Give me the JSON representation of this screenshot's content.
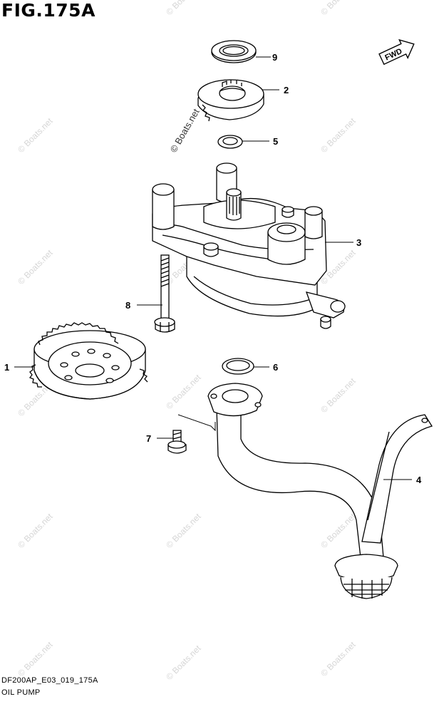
{
  "figure": {
    "title": "FIG.175A",
    "code": "DF200AP_E03_019_175A",
    "name": "OIL PUMP",
    "fwd_label": "FWD"
  },
  "watermark": {
    "text": "© Boats.net",
    "prominent_text": "© Boats.net"
  },
  "callouts": [
    {
      "id": "9",
      "label": "9"
    },
    {
      "id": "2",
      "label": "2"
    },
    {
      "id": "5",
      "label": "5"
    },
    {
      "id": "3",
      "label": "3"
    },
    {
      "id": "8",
      "label": "8"
    },
    {
      "id": "1",
      "label": "1"
    },
    {
      "id": "6",
      "label": "6"
    },
    {
      "id": "7",
      "label": "7"
    },
    {
      "id": "4",
      "label": "4"
    }
  ],
  "icons": [
    "fwd-arrow-icon"
  ],
  "colors": {
    "ink": "#000000",
    "watermark": "#d6d6d6",
    "paper": "#ffffff"
  }
}
